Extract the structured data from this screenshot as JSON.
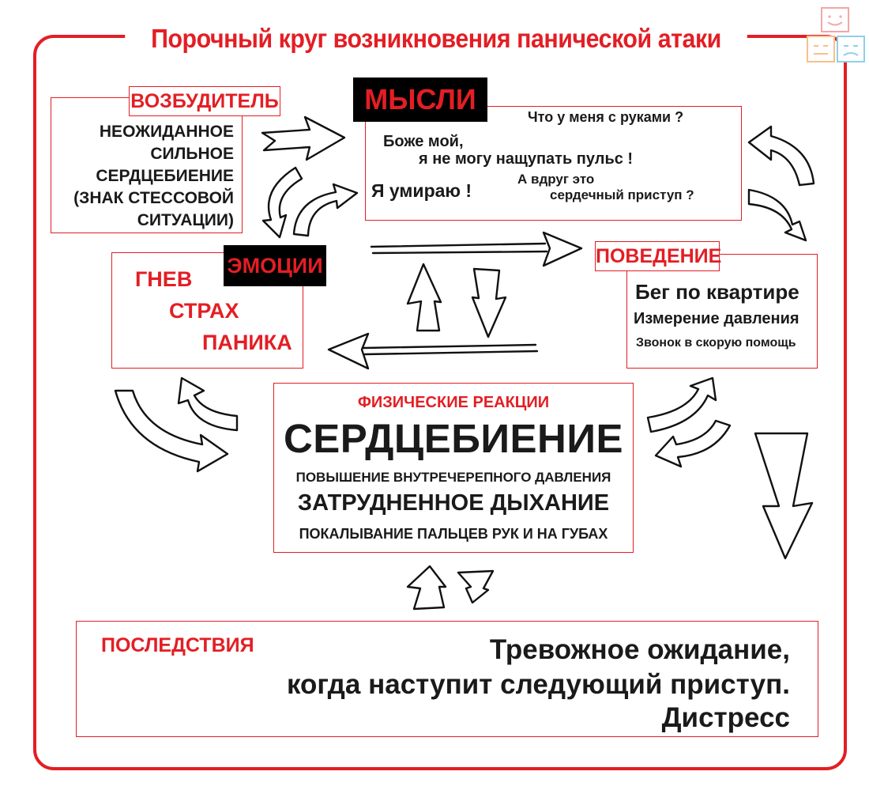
{
  "title": "Порочный круг возникновения панической атаки",
  "colors": {
    "accent": "#e31e24",
    "text": "#1a1a1a",
    "tag_bg": "#000000"
  },
  "trigger": {
    "label": "ВОЗБУДИТЕЛЬ",
    "lines": [
      "НЕОЖИДАННОЕ",
      "СИЛЬНОЕ",
      "СЕРДЦЕБИЕНИЕ",
      "(ЗНАК СТЕССОВОЙ",
      "СИТУАЦИИ)"
    ]
  },
  "thoughts": {
    "label": "МЫСЛИ",
    "q1": "Что у меня с руками ?",
    "q2_line1": "Боже мой,",
    "q2_line2": "я не могу нащупать пульс !",
    "q3": "Я умираю !",
    "q4_line1": "А вдруг это",
    "q4_line2": "сердечный приступ ?"
  },
  "emotions": {
    "label": "ЭМОЦИИ",
    "items": [
      "ГНЕВ",
      "СТРАХ",
      "ПАНИКА"
    ]
  },
  "behavior": {
    "label": "ПОВЕДЕНИЕ",
    "items": [
      "Бег по квартире",
      "Измерение давления",
      "Звонок в скорую помощь"
    ]
  },
  "physical": {
    "label": "ФИЗИЧЕСКИЕ РЕАКЦИИ",
    "main": "СЕРДЦЕБИЕНИЕ",
    "line1": "ПОВЫШЕНИЕ  ВНУТРЕЧЕРЕПНОГО ДАВЛЕНИЯ",
    "line2": "ЗАТРУДНЕННОЕ ДЫХАНИЕ",
    "line3": "ПОКАЛЫВАНИЕ ПАЛЬЦЕВ РУК И НА ГУБАХ"
  },
  "consequences": {
    "label": "ПОСЛЕДСТВИЯ",
    "lines": [
      "Тревожное ожидание,",
      "когда наступит следующий приступ.",
      "Дистресс"
    ]
  }
}
